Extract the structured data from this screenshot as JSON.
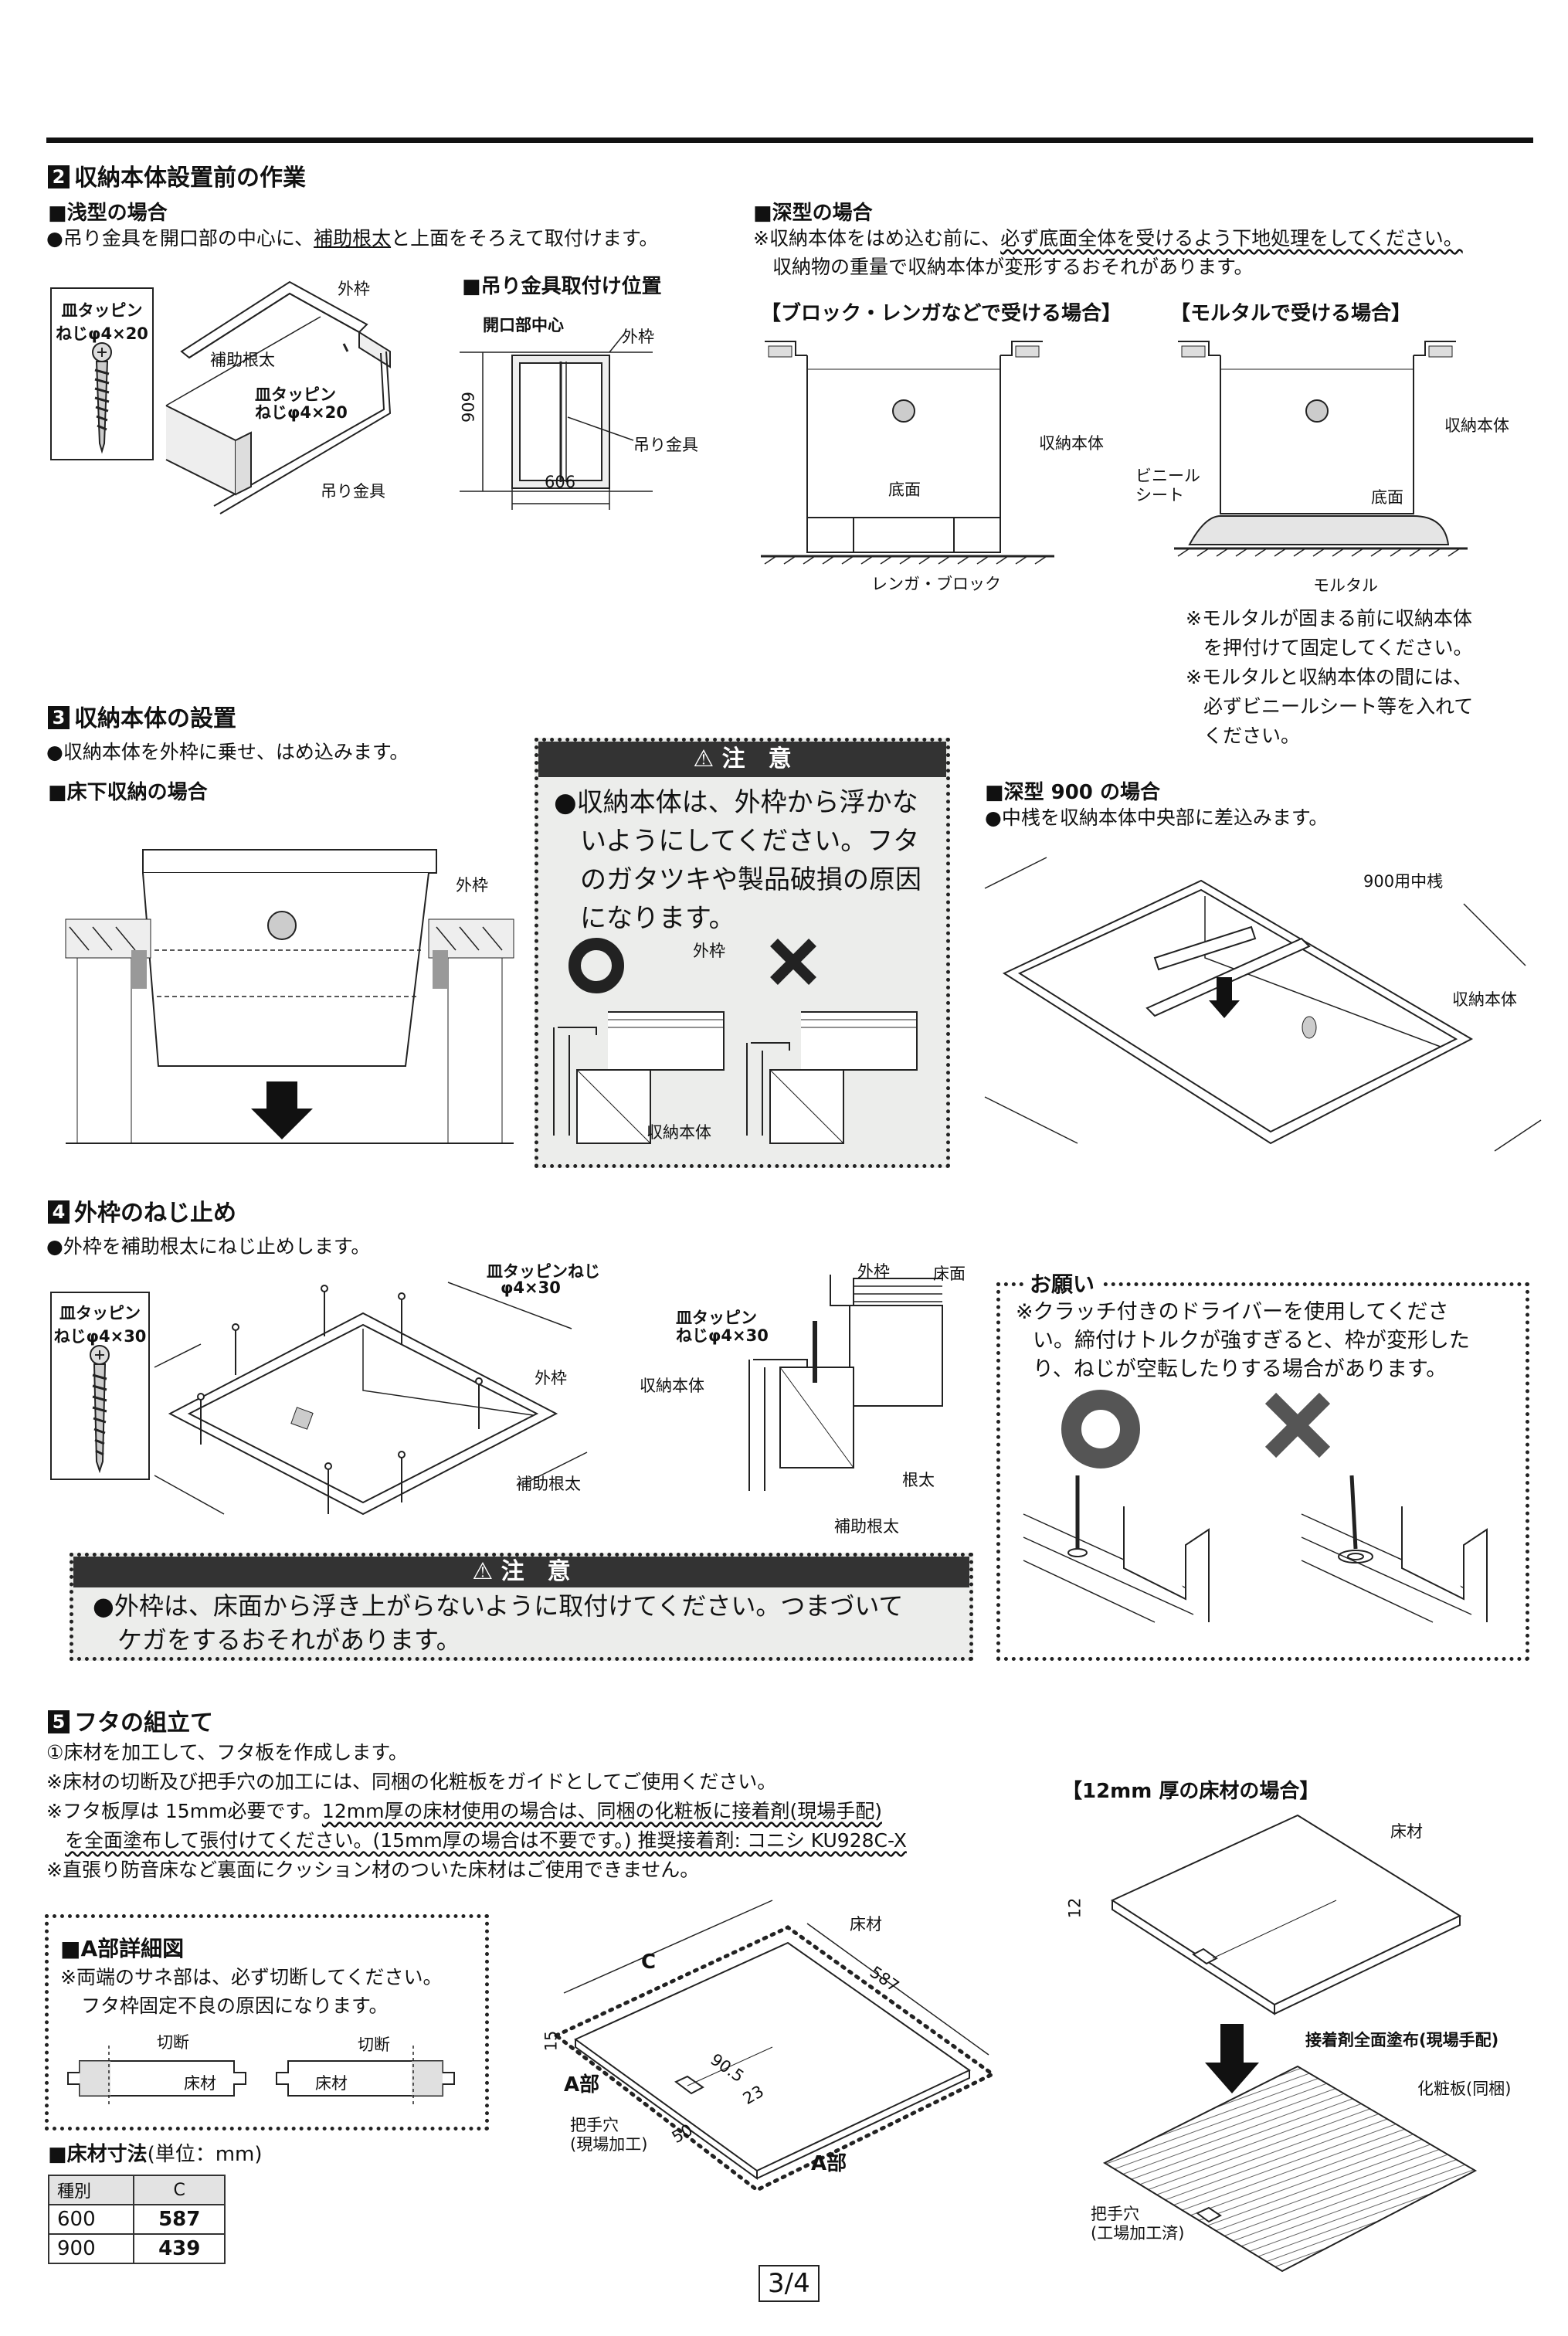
{
  "section2": {
    "title": "収納本体設置前の作業",
    "num": "2",
    "shallow": {
      "heading": "■浅型の場合",
      "text_pre": "●吊り金具を開口部の中心に、",
      "text_ul": "補助根太",
      "text_post": "と上面をそろえて取付けます。",
      "screw_box": [
        "皿タッピン",
        "ねじφ4×20"
      ],
      "labels": {
        "outer_frame": "外枠",
        "aux_joist": "補助根太",
        "screw": [
          "皿タッピン",
          "ねじφ4×20"
        ],
        "hanger": "吊り金具"
      }
    },
    "hanger_pos": {
      "heading": "■吊り金具取付け位置",
      "center": "開口部中心",
      "outer_frame": "外枠",
      "hanger": "吊り金具",
      "dim_v": "606",
      "dim_h": "606"
    },
    "deep": {
      "heading": "■深型の場合",
      "note_pre": "※収納本体をはめ込む前に、",
      "note_ul": "必ず底面全体を受けるよう下地処理をしてください。",
      "note2": "収納物の重量で収納本体が変形するおそれがあります。",
      "block_case": "【ブロック・レンガなどで受ける場合】",
      "mortar_case": "【モルタルで受ける場合】",
      "labels": {
        "body": "収納本体",
        "bottom": "底面",
        "brick": "レンガ・ブロック",
        "vinyl": [
          "ビニール",
          "シート"
        ],
        "mortar": "モルタル"
      },
      "mortar_notes": [
        "※モルタルが固まる前に収納本体",
        "を押付けて固定してください。",
        "※モルタルと収納本体の間には、",
        "必ずビニールシート等を入れて",
        "ください。"
      ]
    }
  },
  "section3": {
    "title": "収納本体の設置",
    "num": "3",
    "text": "●収納本体を外枠に乗せ、はめ込みます。",
    "underfloor": {
      "heading": "■床下収納の場合",
      "outer_frame": "外枠"
    },
    "caution": {
      "head": "注　意",
      "lines": [
        "●収納本体は、外枠から浮かな",
        "いようにしてください。フタ",
        "のガタツキや製品破損の原因",
        "になります。"
      ],
      "outer_frame": "外枠",
      "body": "収納本体"
    },
    "deep900": {
      "heading": "■深型 900 の場合",
      "text": "●中桟を収納本体中央部に差込みます。",
      "bar": "900用中桟",
      "body": "収納本体"
    }
  },
  "section4": {
    "title": "外枠のねじ止め",
    "num": "4",
    "text": "●外枠を補助根太にねじ止めします。",
    "screw_box": [
      "皿タッピン",
      "ねじφ4×30"
    ],
    "labels": {
      "screw": [
        "皿タッピンねじ",
        "φ4×30"
      ],
      "outer_frame": "外枠",
      "aux_joist": "補助根太"
    },
    "detail": {
      "outer_frame": "外枠",
      "floor": "床面",
      "screw": [
        "皿タッピン",
        "ねじφ4×30"
      ],
      "body": "収納本体",
      "joist": "根太",
      "aux_joist": "補助根太"
    },
    "request": {
      "head": "お願い",
      "lines": [
        "※クラッチ付きのドライバーを使用してくださ",
        "い。締付けトルクが強すぎると、枠が変形した",
        "り、ねじが空転したりする場合があります。"
      ]
    },
    "caution": {
      "head": "注　意",
      "lines": [
        "●外枠は、床面から浮き上がらないように取付けてください。つまづいて",
        "ケガをするおそれがあります。"
      ]
    }
  },
  "section5": {
    "title": "フタの組立て",
    "num": "5",
    "lines": [
      "①床材を加工して、フタ板を作成します。",
      "※床材の切断及び把手穴の加工には、同梱の化粧板をガイドとしてご使用ください。"
    ],
    "note3_a": "※フタ板厚は 15mm必要です。",
    "note3_b": "12mm厚の床材使用の場合は、同梱の化粧板に接着剤(現場手配)",
    "note3_c": "を全面塗布して張付けてください。(15mm厚の場合は不要です。) 推奨接着剤: コニシ KU928C-X",
    "note4": "※直張り防音床など裏面にクッション材のついた床材はご使用できません。",
    "detail_a": {
      "heading": "■A部詳細図",
      "lines": [
        "※両端のサネ部は、必ず切断してください。",
        "フタ枠固定不良の原因になります。"
      ],
      "cut": "切断",
      "floor": "床材"
    },
    "table": {
      "heading": "■床材寸法",
      "unit": "(単位：mm)",
      "cols": [
        "種別",
        "C"
      ],
      "rows": [
        [
          "600",
          "587"
        ],
        [
          "900",
          "439"
        ]
      ]
    },
    "lid": {
      "floor": "床材",
      "c": "C",
      "d587": "587",
      "d15": "15",
      "a_part": "A部",
      "d905": "90.5",
      "d23": "23",
      "d50": "50",
      "handle": [
        "把手穴",
        "(現場加工)"
      ]
    },
    "mm12": {
      "heading": "【12mm 厚の床材の場合】",
      "floor": "床材",
      "d12": "12",
      "adhesive": "接着剤全面塗布(現場手配)",
      "panel": "化粧板(同梱)",
      "handle": [
        "把手穴",
        "(工場加工済)"
      ]
    }
  },
  "page": "3/4"
}
